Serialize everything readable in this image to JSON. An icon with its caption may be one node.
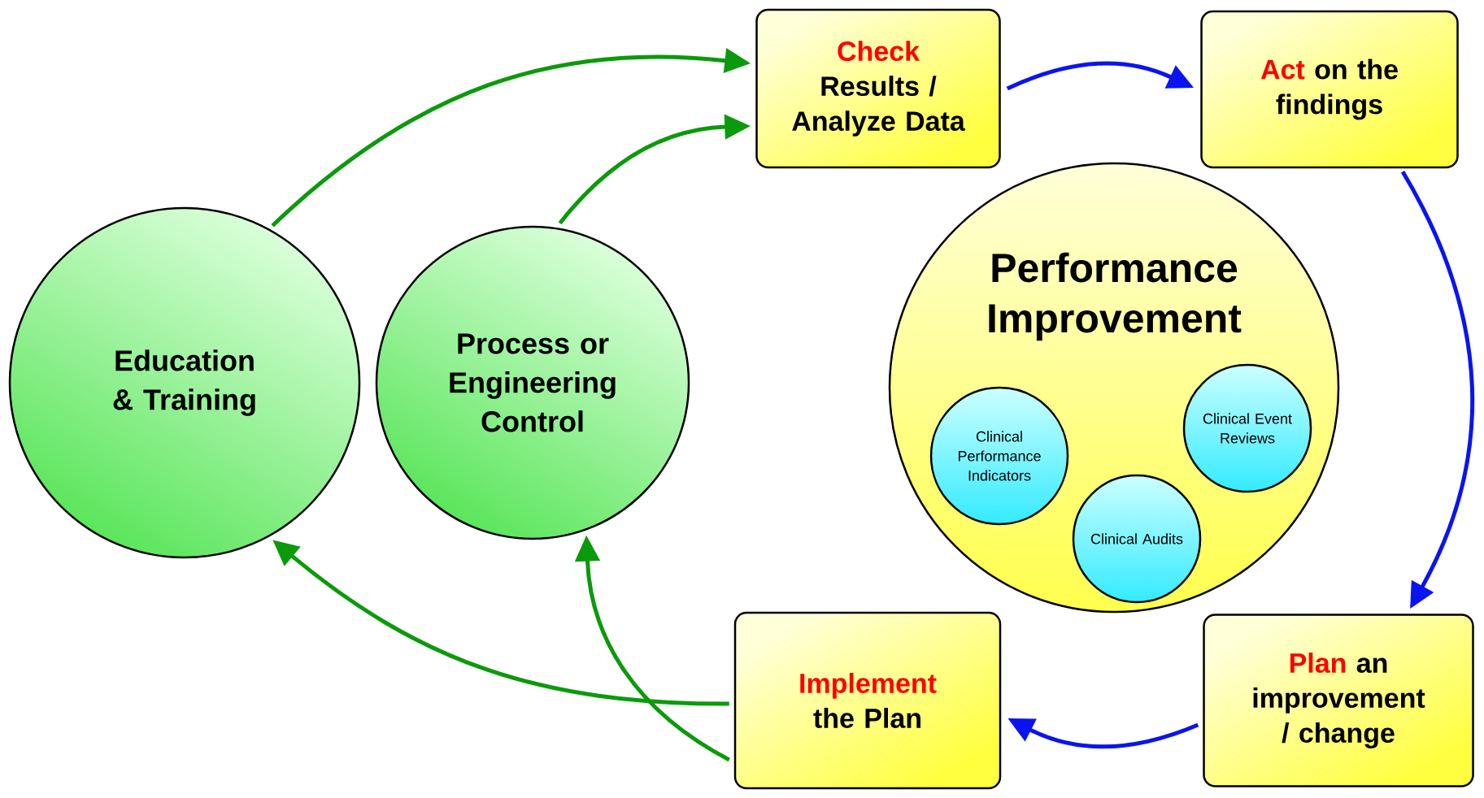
{
  "diagram": {
    "nodes": [
      {
        "text": [
          "Education & Training"
        ]
      },
      {
        "text": [
          "Process or Engineering Control"
        ]
      },
      {
        "text": [
          "Check",
          "Results / Analyze Data"
        ]
      },
      {
        "text": [
          "Act",
          "on the findings"
        ]
      },
      {
        "text": [
          "Performance Improvement"
        ]
      },
      {
        "text": [
          "Clinical Performance Indicators"
        ],
        "in": 4
      },
      {
        "text": [
          "Clinical Audits"
        ],
        "in": 4
      },
      {
        "text": [
          "Clinical Event Reviews"
        ],
        "in": 4
      },
      {
        "text": [
          "Implement",
          "the Plan"
        ]
      },
      {
        "text": [
          "Plan",
          "an improvement / change"
        ]
      }
    ],
    "edges": [
      {
        "from": 2,
        "to": 3,
        "arrow": "to",
        "color": "#0a14f0"
      },
      {
        "from": 3,
        "to": 9,
        "arrow": "to",
        "color": "#0a14f0"
      },
      {
        "from": 9,
        "to": 8,
        "arrow": "to",
        "color": "#0a14f0"
      },
      {
        "from": 8,
        "to": 1,
        "arrow": "to",
        "color": "#0b9a0b"
      },
      {
        "from": 8,
        "to": 0,
        "arrow": "to",
        "color": "#0b9a0b"
      },
      {
        "from": 0,
        "to": 2,
        "arrow": "to",
        "color": "#0b9a0b"
      },
      {
        "from": 1,
        "to": 2,
        "arrow": "to",
        "color": "#0b9a0b"
      }
    ]
  }
}
